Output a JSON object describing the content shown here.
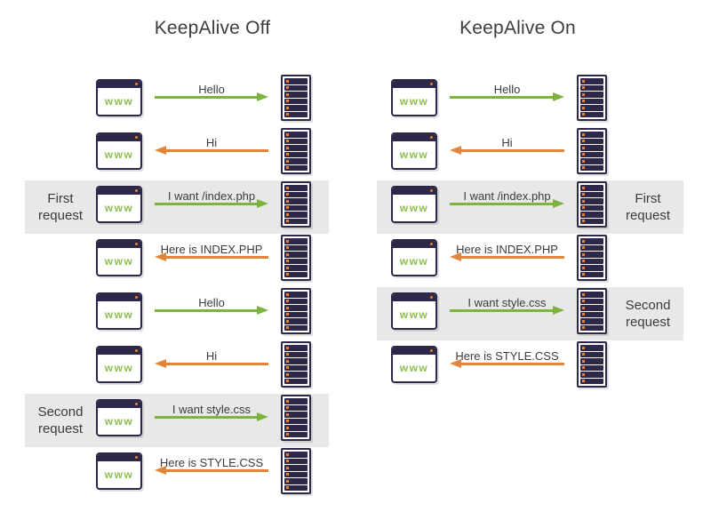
{
  "colors": {
    "request_arrow_green": "#7eb43e",
    "response_arrow_orange": "#e0863a",
    "icon_dark_navy": "#2f2747",
    "icon_led_orange": "#e5832e",
    "highlight_band_gray": "#e9e8e8",
    "text_dark": "#3b3b3b"
  },
  "icons": {
    "browser_label": "www"
  },
  "panels": [
    {
      "title": "KeepAlive Off",
      "side_label_position": "left",
      "rows": [
        {
          "message": "Hello",
          "direction": "right",
          "highlight": false,
          "side_label": ""
        },
        {
          "message": "Hi",
          "direction": "left",
          "highlight": false,
          "side_label": ""
        },
        {
          "message": "I want /index.php",
          "direction": "right",
          "highlight": true,
          "side_label": "First request"
        },
        {
          "message": "Here is INDEX.PHP",
          "direction": "left",
          "highlight": false,
          "side_label": ""
        },
        {
          "message": "Hello",
          "direction": "right",
          "highlight": false,
          "side_label": ""
        },
        {
          "message": "Hi",
          "direction": "left",
          "highlight": false,
          "side_label": ""
        },
        {
          "message": "I want style.css",
          "direction": "right",
          "highlight": true,
          "side_label": "Second request"
        },
        {
          "message": "Here is STYLE.CSS",
          "direction": "left",
          "highlight": false,
          "side_label": ""
        }
      ]
    },
    {
      "title": "KeepAlive On",
      "side_label_position": "right",
      "rows": [
        {
          "message": "Hello",
          "direction": "right",
          "highlight": false,
          "side_label": ""
        },
        {
          "message": "Hi",
          "direction": "left",
          "highlight": false,
          "side_label": ""
        },
        {
          "message": "I want /index.php",
          "direction": "right",
          "highlight": true,
          "side_label": "First request"
        },
        {
          "message": "Here is INDEX.PHP",
          "direction": "left",
          "highlight": false,
          "side_label": ""
        },
        {
          "message": "I want style.css",
          "direction": "right",
          "highlight": true,
          "side_label": "Second request"
        },
        {
          "message": "Here is STYLE.CSS",
          "direction": "left",
          "highlight": false,
          "side_label": ""
        }
      ]
    }
  ]
}
